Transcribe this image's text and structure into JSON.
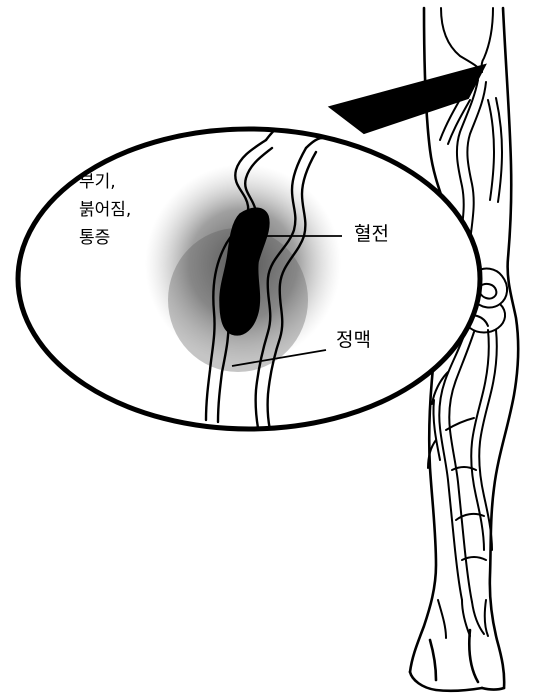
{
  "symptoms": {
    "lines": [
      "부기,",
      "붉어짐,",
      "통증"
    ]
  },
  "labels": {
    "clot": "혈전",
    "vein": "정맥"
  },
  "colors": {
    "ink": "#000000",
    "background": "#ffffff",
    "shade": "#6a6a6a"
  }
}
